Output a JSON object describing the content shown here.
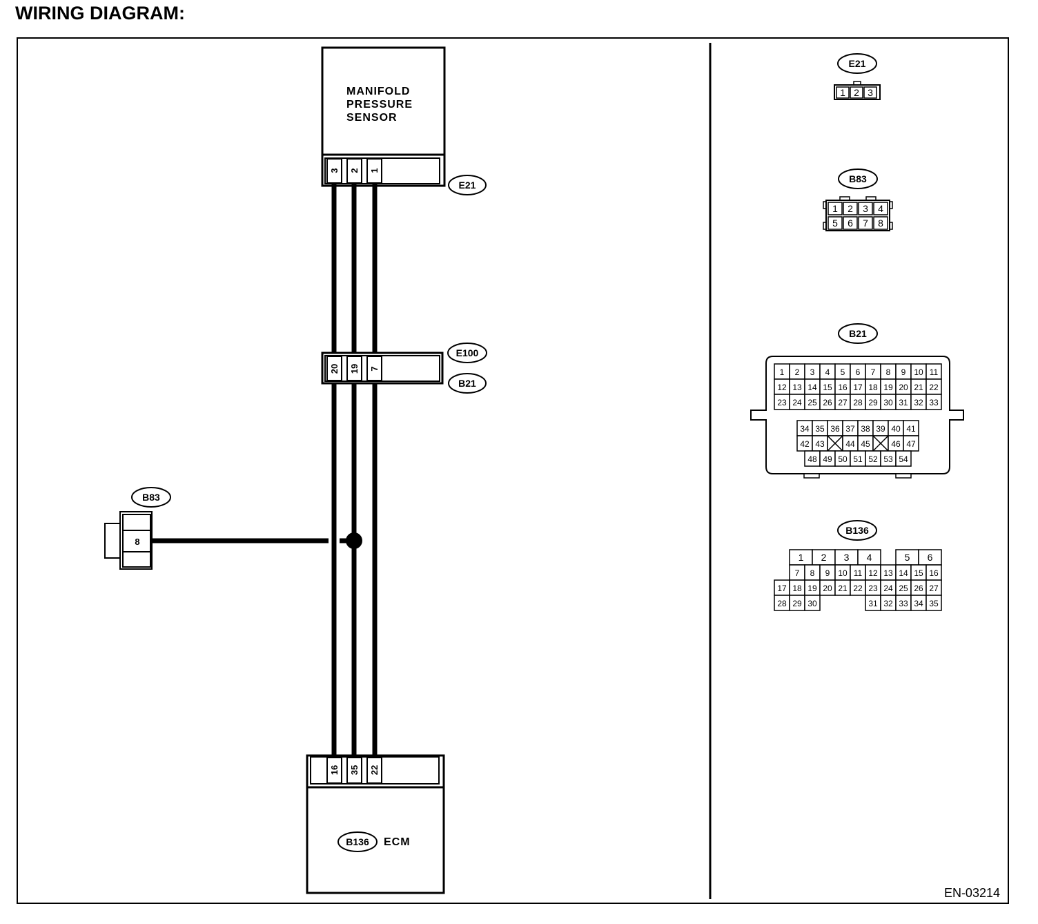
{
  "title": "WIRING DIAGRAM:",
  "sensor_label": [
    "MANIFOLD",
    "PRESSURE",
    "SENSOR"
  ],
  "connectors": {
    "e21": {
      "name": "E21",
      "pins": [
        "3",
        "2",
        "1"
      ]
    },
    "e100": {
      "name": "E100"
    },
    "b21": {
      "name": "B21",
      "pins": [
        "20",
        "19",
        "7"
      ]
    },
    "b83": {
      "name": "B83",
      "pin": "8"
    },
    "b136": {
      "name": "B136",
      "pins": [
        "16",
        "35",
        "22"
      ]
    }
  },
  "ecm_label": "ECM",
  "footer_code": "EN-03214",
  "faces": {
    "e21": {
      "name": "E21",
      "rows": [
        [
          "1",
          "2",
          "3"
        ]
      ]
    },
    "b83": {
      "name": "B83",
      "rows": [
        [
          "1",
          "2",
          "3",
          "4"
        ],
        [
          "5",
          "6",
          "7",
          "8"
        ]
      ]
    },
    "b21": {
      "name": "B21",
      "top_rows": [
        [
          "1",
          "2",
          "3",
          "4",
          "5",
          "6",
          "7",
          "8",
          "9",
          "10",
          "11"
        ],
        [
          "12",
          "13",
          "14",
          "15",
          "16",
          "17",
          "18",
          "19",
          "20",
          "21",
          "22"
        ],
        [
          "23",
          "24",
          "25",
          "26",
          "27",
          "28",
          "29",
          "30",
          "31",
          "32",
          "33"
        ]
      ],
      "bottom_rows": [
        [
          "34",
          "35",
          "36",
          "37",
          "38",
          "39",
          "40",
          "41"
        ],
        [
          "42",
          "43",
          "",
          "44",
          "45",
          "",
          "46",
          "47"
        ],
        [
          "48",
          "49",
          "50",
          "51",
          "52",
          "53",
          "54"
        ]
      ]
    },
    "b136": {
      "name": "B136",
      "rows": [
        [
          "1",
          "2",
          "3",
          "4",
          "5",
          "6"
        ],
        [
          "7",
          "8",
          "9",
          "10",
          "11",
          "12",
          "13",
          "14",
          "15",
          "16"
        ],
        [
          "17",
          "18",
          "19",
          "20",
          "21",
          "22",
          "23",
          "24",
          "25",
          "26",
          "27"
        ],
        [
          "28",
          "29",
          "30",
          "31",
          "32",
          "33",
          "34",
          "35"
        ]
      ]
    }
  }
}
